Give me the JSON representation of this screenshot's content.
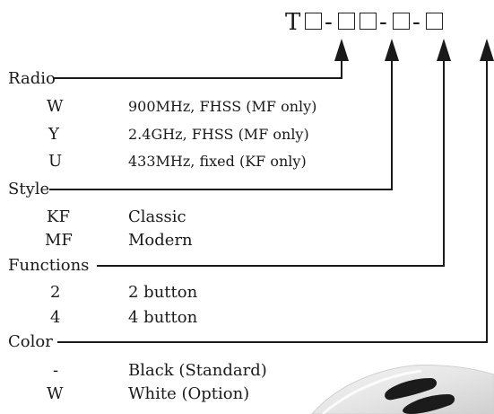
{
  "model_code": {
    "prefix": "T",
    "separator": "-"
  },
  "sections": [
    {
      "name": "Radio",
      "options": [
        {
          "code": "W",
          "desc": "900MHz, FHSS (MF only)"
        },
        {
          "code": "Y",
          "desc": "2.4GHz, FHSS (MF only)"
        },
        {
          "code": "U",
          "desc": "433MHz, fixed (KF only)"
        }
      ]
    },
    {
      "name": "Style",
      "options": [
        {
          "code": "KF",
          "desc": "Classic"
        },
        {
          "code": "MF",
          "desc": "Modern"
        }
      ]
    },
    {
      "name": "Functions",
      "options": [
        {
          "code": "2",
          "desc": "2 button"
        },
        {
          "code": "4",
          "desc": "4 button"
        }
      ]
    },
    {
      "name": "Color",
      "options": [
        {
          "code": "-",
          "desc": "Black (Standard)"
        },
        {
          "code": "W",
          "desc": "White (Option)"
        }
      ]
    }
  ]
}
